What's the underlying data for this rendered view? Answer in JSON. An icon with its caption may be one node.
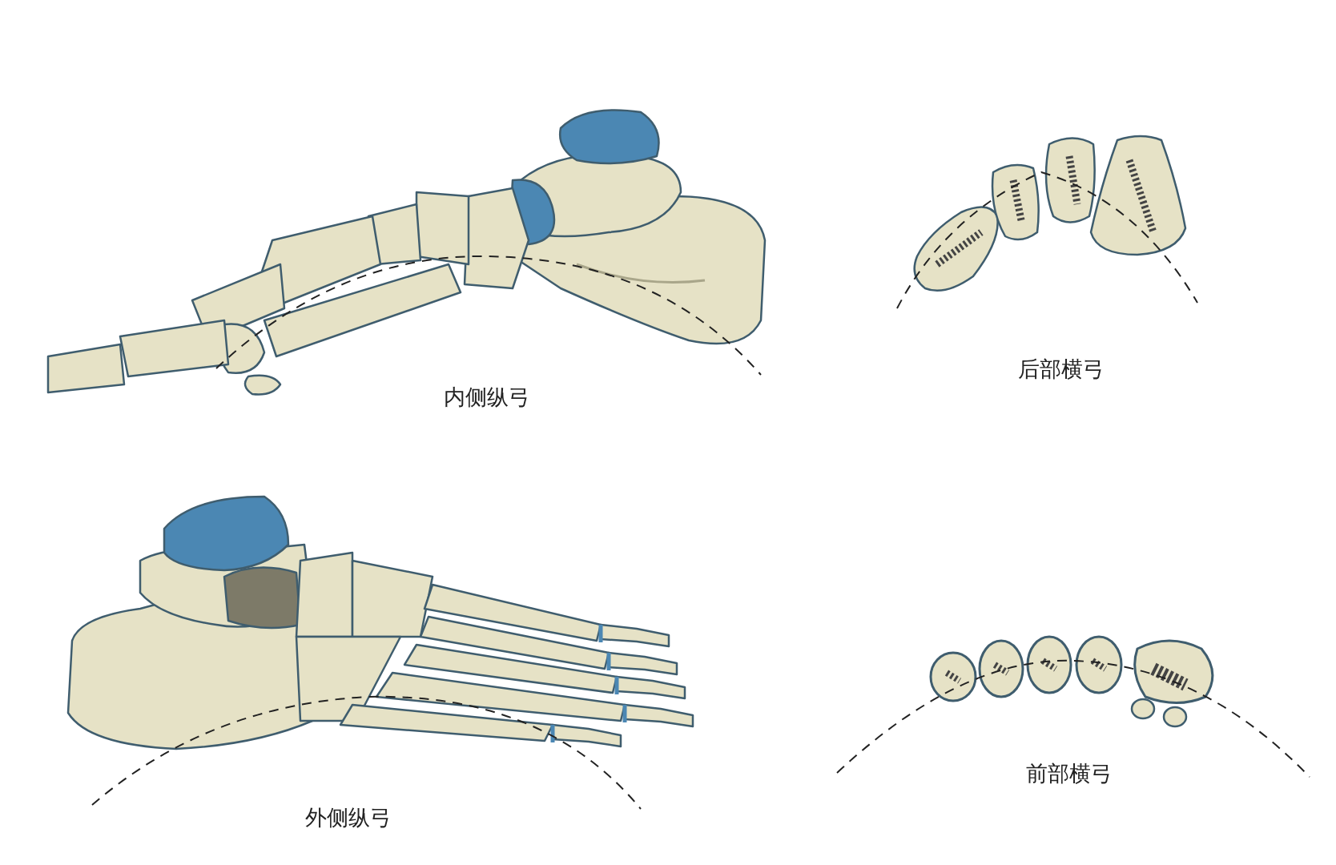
{
  "diagram": {
    "labels": [
      "内侧纵弓",
      "后部横弓",
      "外侧纵弓",
      "前部横弓"
    ]
  }
}
